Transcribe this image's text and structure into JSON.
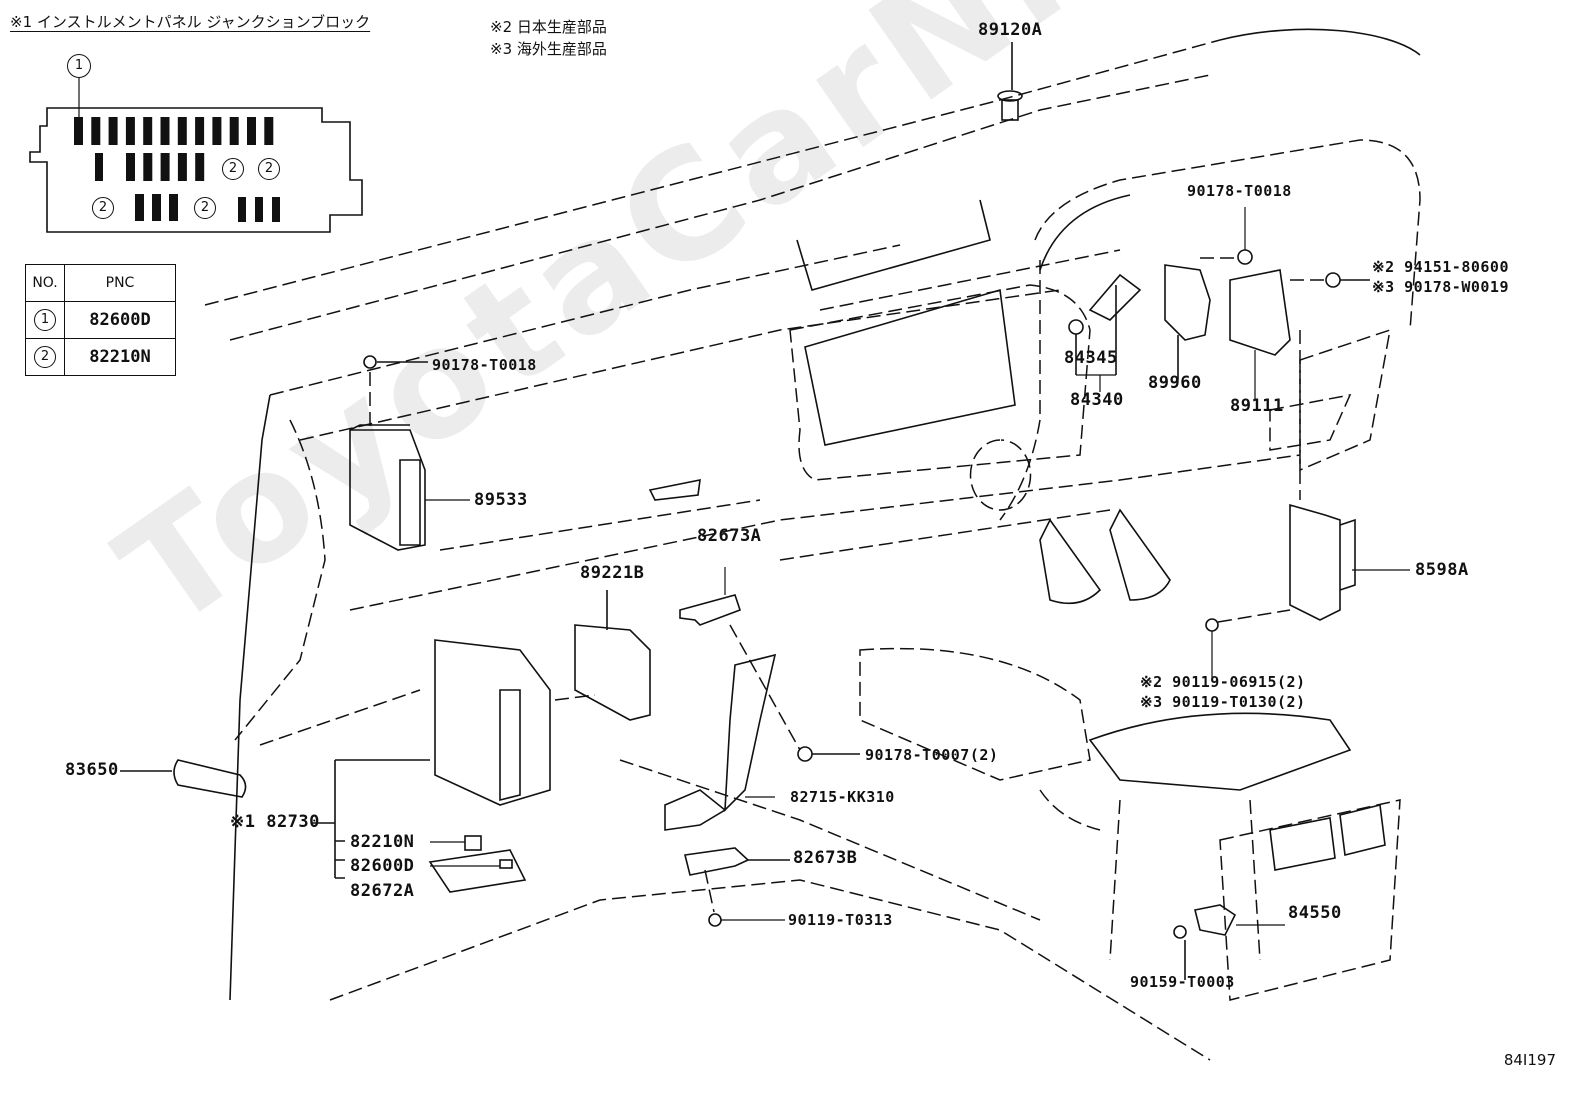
{
  "legend": {
    "junction_block_note": "※1 インストルメントパネル ジャンクションブロック",
    "note_2": "※2 日本生産部品",
    "note_3": "※3 海外生産部品"
  },
  "junction_block_inset": {
    "callout_1": "1",
    "callout_2": "2"
  },
  "pnc_table": {
    "headers": [
      "NO.",
      "PNC"
    ],
    "rows": [
      {
        "no": "1",
        "pnc": "82600D"
      },
      {
        "no": "2",
        "pnc": "82210N"
      }
    ]
  },
  "parts": {
    "p89120A": "89120A",
    "p90178_T0018_top": "90178-T0018",
    "p94151_80600": "※2 94151-80600",
    "p90178_W0019": "※3 90178-W0019",
    "p84345": "84345",
    "p84340": "84340",
    "p89960": "89960",
    "p89111": "89111",
    "p90178_T0018_left": "90178-T0018",
    "p89533": "89533",
    "p82673A": "82673A",
    "p89221B": "89221B",
    "p8598A": "8598A",
    "p90119_06915": "※2 90119-06915(2)",
    "p90119_T0130": "※3 90119-T0130(2)",
    "p90178_T0007": "90178-T0007(2)",
    "p83650": "83650",
    "p82730": "※1 82730",
    "p82210N": "82210N",
    "p82600D": "82600D",
    "p82672A": "82672A",
    "p82715_KK310": "82715-KK310",
    "p82673B": "82673B",
    "p90119_T0313": "90119-T0313",
    "p84550": "84550",
    "p90159_T0003": "90159-T0003"
  },
  "sheet_code": "84I197",
  "watermark": "ToyotaCarNice.ru"
}
